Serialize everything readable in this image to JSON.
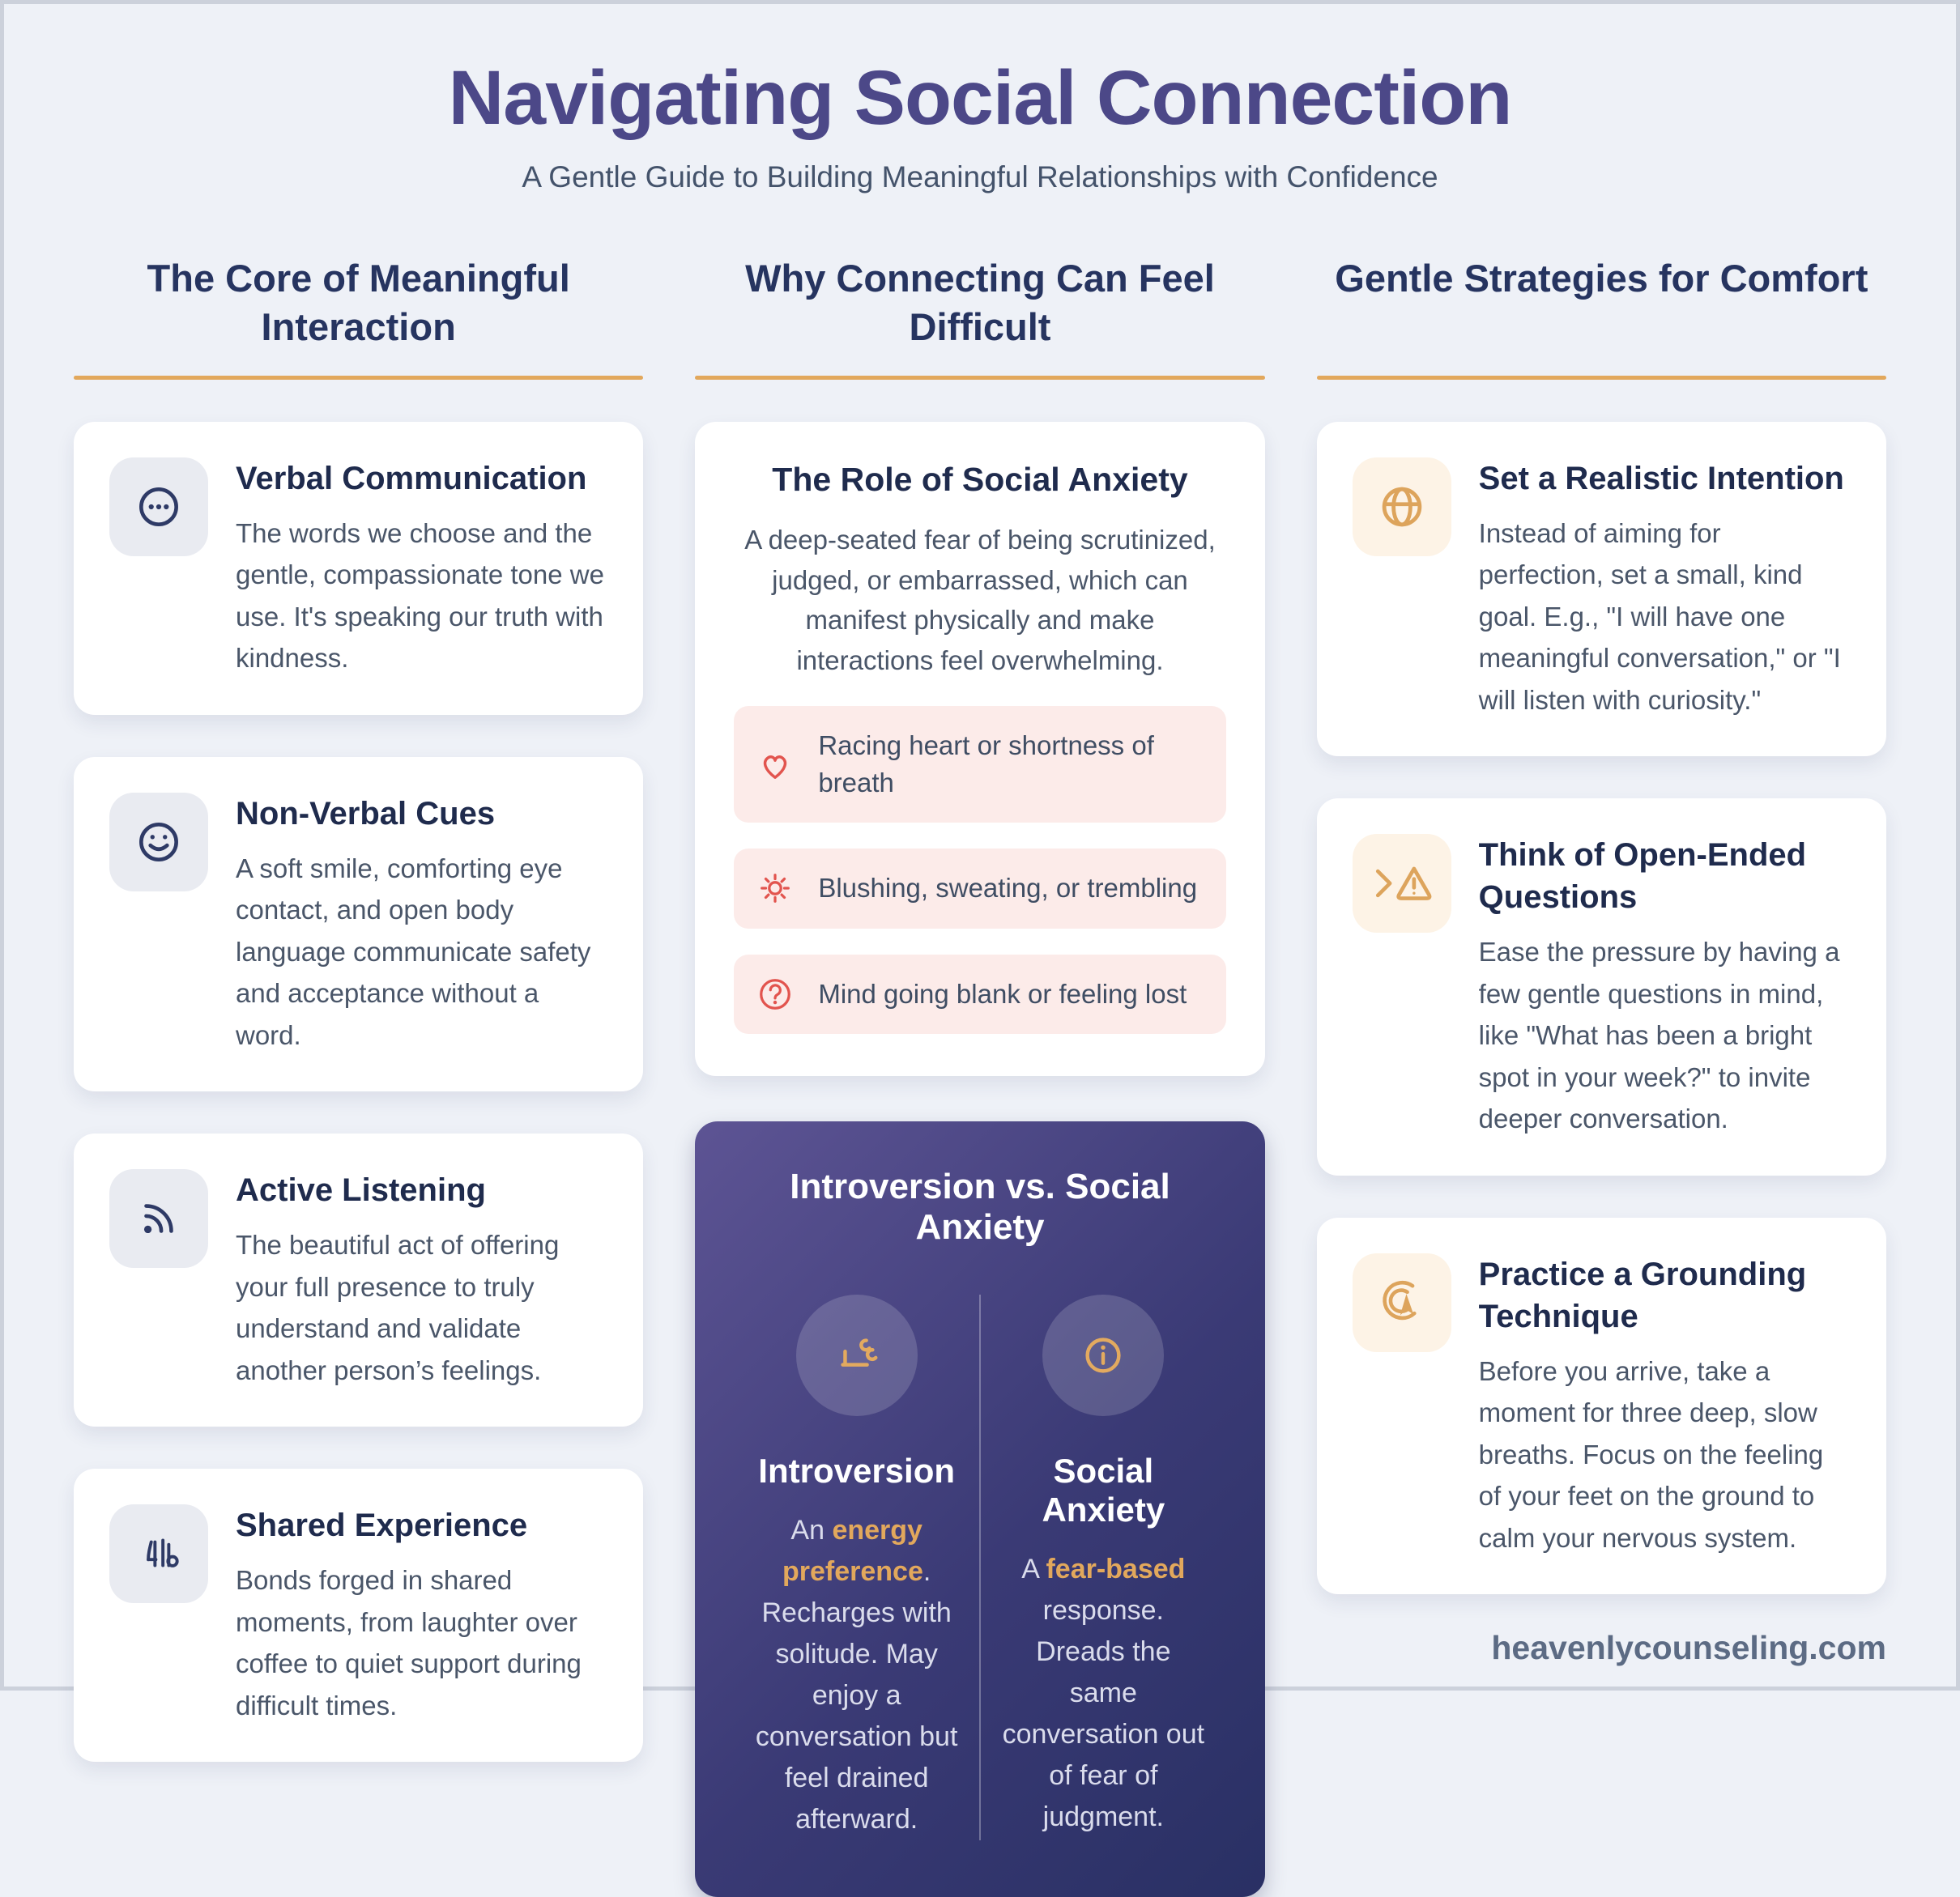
{
  "page": {
    "title": "Navigating Social Connection",
    "subtitle": "A Gentle Guide to Building Meaningful Relationships with Confidence",
    "footer": "heavenlycounseling.com"
  },
  "colors": {
    "title_purple": "#4c4888",
    "header_navy": "#263460",
    "accent_amber": "#e2a85c",
    "body_slate": "#4a5669",
    "symptom_red": "#e2544e",
    "symptom_bg_pink": "#fcebe9",
    "dark_gradient_start": "#5d5494",
    "dark_gradient_end": "#293064",
    "page_bg": "#eef1f7"
  },
  "columns": [
    {
      "header": "The Core of Meaningful Interaction",
      "cards": [
        {
          "icon": "chat-ellipsis-icon",
          "title": "Verbal Communication",
          "body": "The words we choose and the gentle, compassionate tone we use. It's speaking our truth with kindness."
        },
        {
          "icon": "smile-icon",
          "title": "Non-Verbal Cues",
          "body": "A soft smile, comforting eye contact, and open body language communicate safety and acceptance without a word."
        },
        {
          "icon": "listening-waves-icon",
          "title": "Active Listening",
          "body": "The beautiful act of offering your full presence to truly understand and validate another person’s feelings."
        },
        {
          "icon": "shared-glyph-icon",
          "title": "Shared Experience",
          "body": "Bonds forged in shared moments, from laughter over coffee to quiet support during difficult times."
        }
      ]
    },
    {
      "header": "Why Connecting Can Feel Difficult",
      "anxiety": {
        "title": "The Role of Social Anxiety",
        "body": "A deep-seated fear of being scrutinized, judged, or embarrassed, which can manifest physically and make interactions feel overwhelming.",
        "symptoms": [
          {
            "icon": "heart-icon",
            "text": "Racing heart or shortness of breath"
          },
          {
            "icon": "sun-icon",
            "text": "Blushing, sweating, or trembling"
          },
          {
            "icon": "question-circle-icon",
            "text": "Mind going blank or feeling lost"
          }
        ]
      },
      "versus": {
        "title": "Introversion vs. Social Anxiety",
        "left": {
          "icon": "solitude-glyph-icon",
          "heading": "Introversion",
          "pre": "An ",
          "bold": "energy preference",
          "post": ". Recharges with solitude. May enjoy a conversation but feel drained afterward."
        },
        "right": {
          "icon": "info-circle-icon",
          "heading": "Social Anxiety",
          "pre": "A ",
          "bold": "fear-based",
          "post": " response. Dreads the same conversation out of fear of judgment."
        }
      }
    },
    {
      "header": "Gentle Strategies for Comfort",
      "cards": [
        {
          "icon": "globe-icon",
          "title": "Set a Realistic Intention",
          "body": "Instead of aiming for perfection, set a small, kind goal. E.g., \"I will have one meaningful conversation,\" or \"I will listen with curiosity.\""
        },
        {
          "icon": "chevron-warning-icon",
          "title": "Think of Open-Ended Questions",
          "body": "Ease the pressure by having a few gentle questions in mind, like \"What has been a bright spot in your week?\" to invite deeper conversation."
        },
        {
          "icon": "cursor-tap-icon",
          "title": "Practice a Grounding Technique",
          "body": "Before you arrive, take a moment for three deep, slow breaths. Focus on the feeling of your feet on the ground to calm your nervous system."
        }
      ]
    }
  ]
}
